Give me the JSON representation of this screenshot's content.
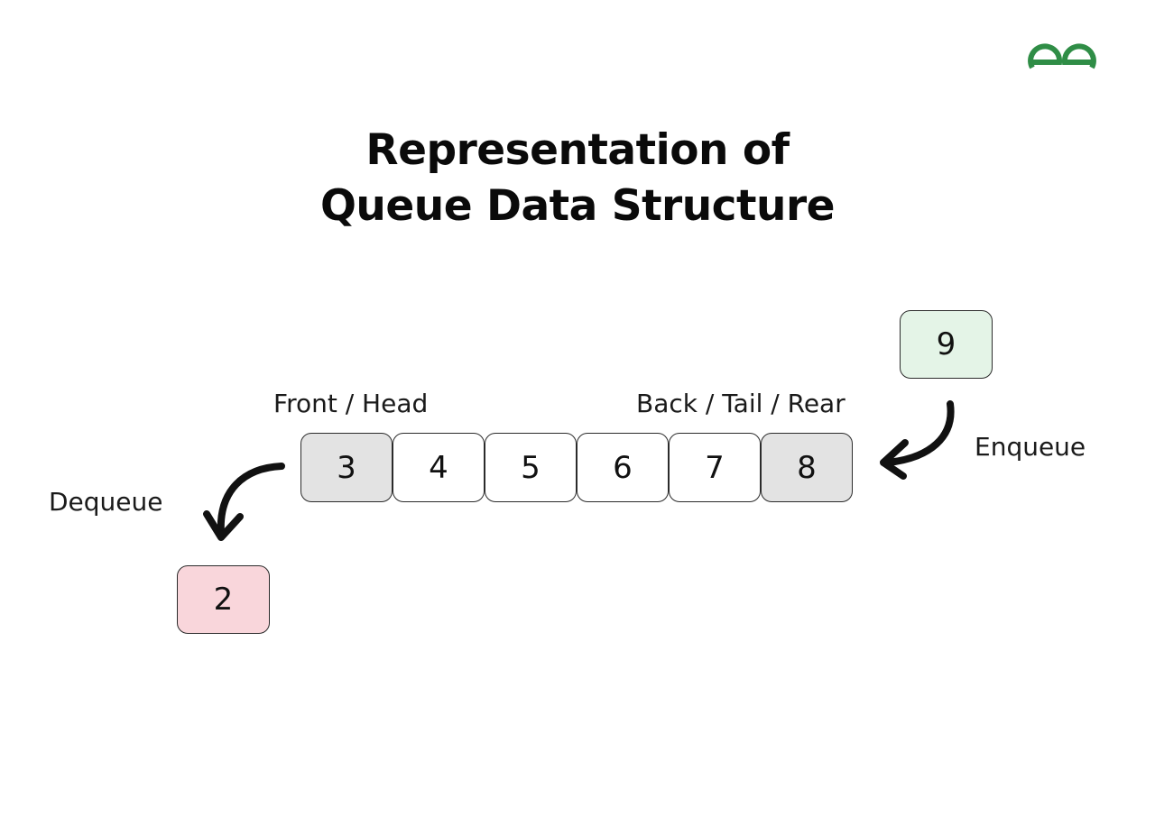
{
  "title": {
    "line1": "Representation of",
    "line2": "Queue Data Structure"
  },
  "labels": {
    "front": "Front / Head",
    "back": "Back / Tail / Rear",
    "enqueue": "Enqueue",
    "dequeue": "Dequeue"
  },
  "queue": [
    {
      "value": "3",
      "role": "front"
    },
    {
      "value": "4",
      "role": "middle"
    },
    {
      "value": "5",
      "role": "middle"
    },
    {
      "value": "6",
      "role": "middle"
    },
    {
      "value": "7",
      "role": "middle"
    },
    {
      "value": "8",
      "role": "rear"
    }
  ],
  "enqueued_item": {
    "value": "9"
  },
  "dequeued_item": {
    "value": "2"
  },
  "colors": {
    "end_cell": "#e3e3e3",
    "middle_cell": "#ffffff",
    "enqueue_box": "#e4f4e7",
    "dequeue_box": "#f9d6db",
    "logo": "#2f8d46",
    "arrow": "#111111"
  },
  "logo": {
    "icon": "geeksforgeeks-logo-icon"
  }
}
